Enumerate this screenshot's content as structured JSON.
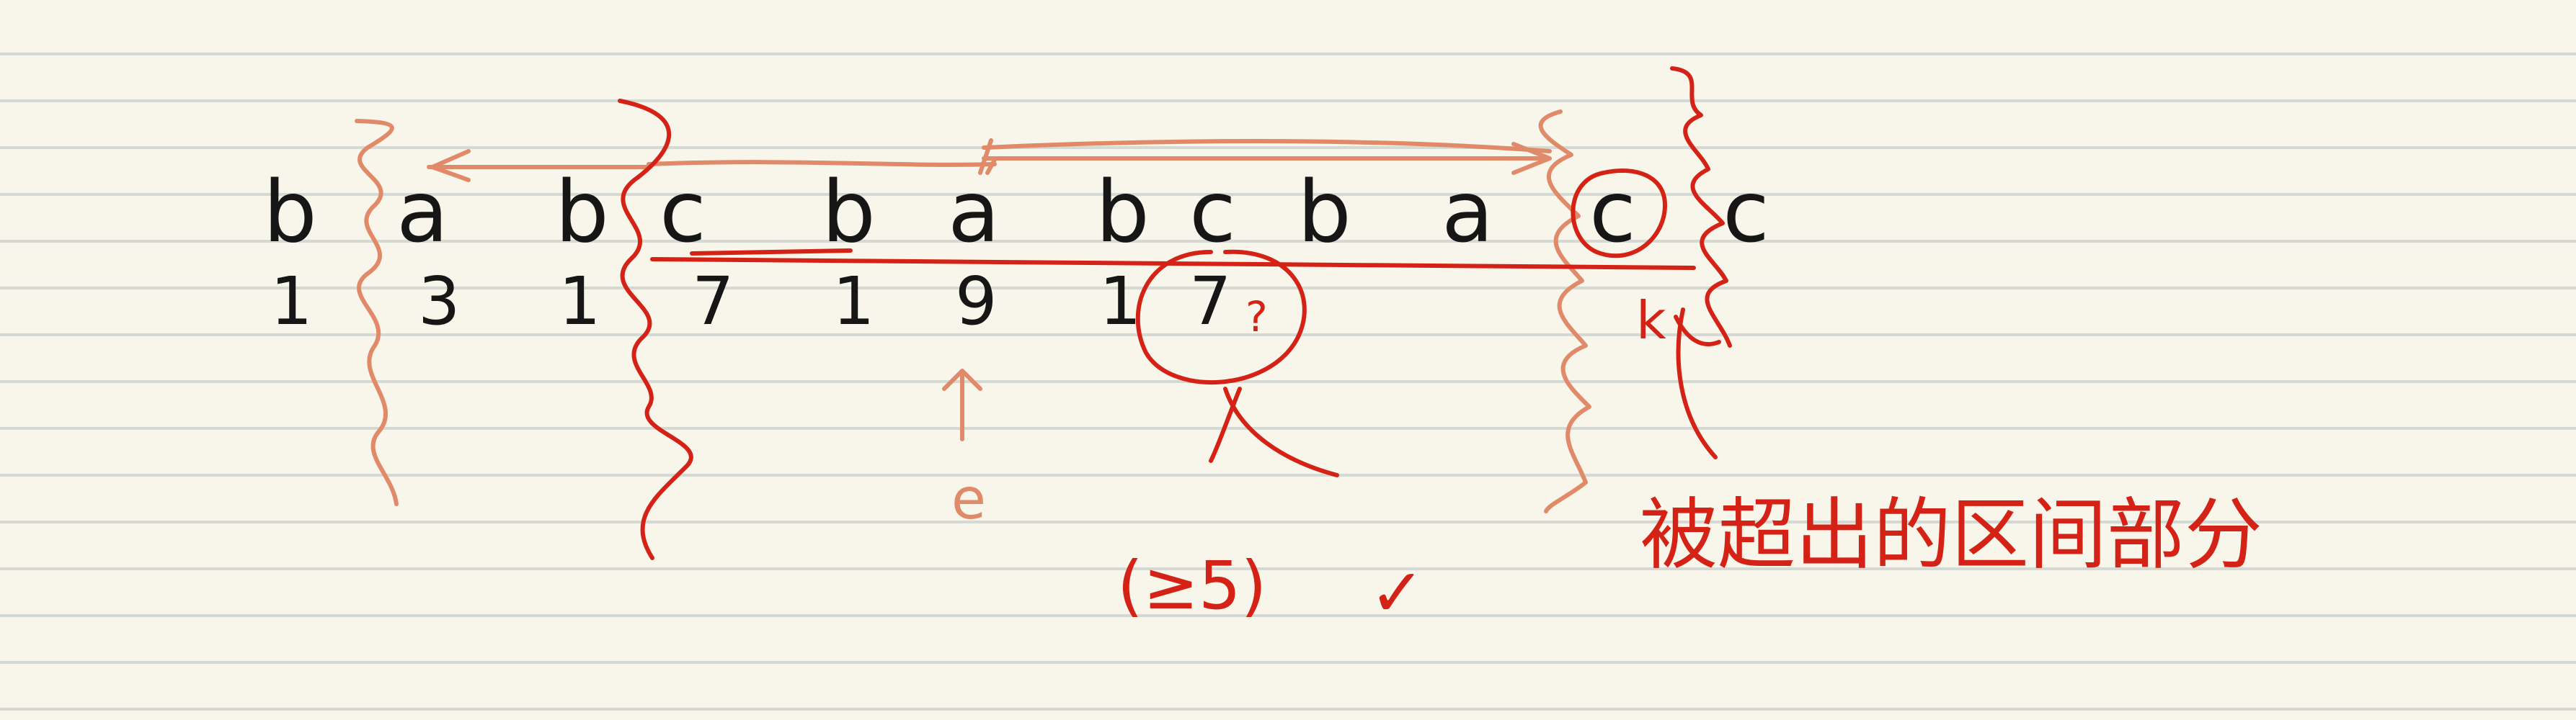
{
  "letters": [
    "b",
    "a",
    "b",
    "c",
    "b",
    "a",
    "b",
    "c",
    "b",
    "a",
    "c",
    "c"
  ],
  "numbers": [
    "1",
    "3",
    "1",
    "7",
    "1",
    "9",
    "1",
    "7"
  ],
  "number_question": "?",
  "marker_e": "e",
  "condition": "(≥5)",
  "check_mark": "✓",
  "k_mark": "k",
  "note_cn": "被超出的区间部分",
  "colors": {
    "paper": "#f8f6ea",
    "rule": "#d5d9d3",
    "ink": "#161616",
    "red": "#d42316",
    "orange": "#e08a6a"
  }
}
